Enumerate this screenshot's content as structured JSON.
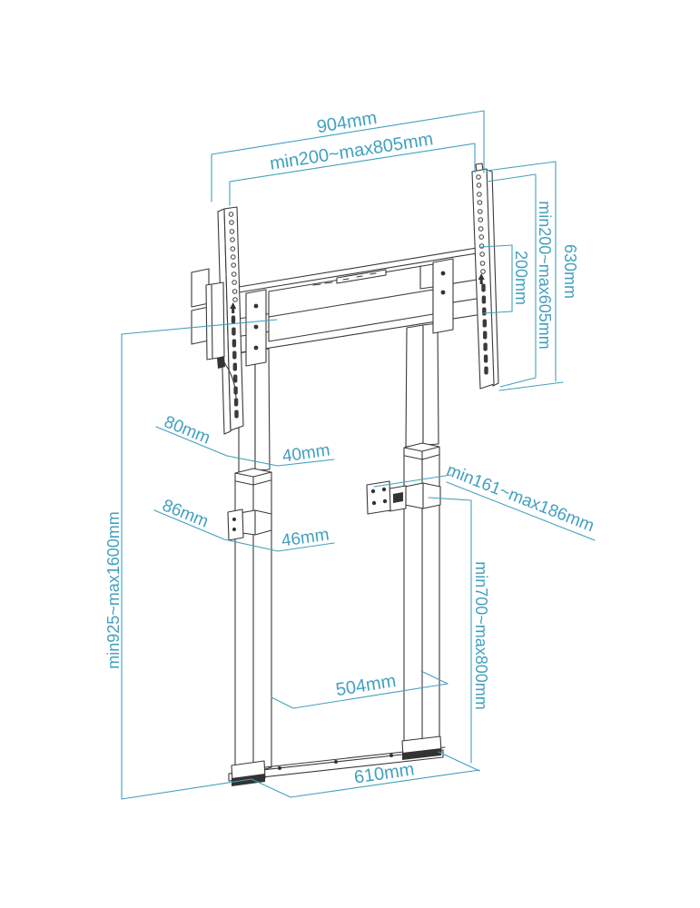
{
  "figure": {
    "kind": "technical-dimension-drawing",
    "subject": "tv-floor-stand"
  },
  "colors": {
    "accent": "#42A0BF",
    "line": "#3A3A3A",
    "background": "#FFFFFF"
  },
  "dims": {
    "d904": "904mm",
    "d805": "min200~max805mm",
    "d630": "630mm",
    "d605": "min200~max605mm",
    "d200": "200mm",
    "d80": "80mm",
    "d40": "40mm",
    "d86": "86mm",
    "d46": "46mm",
    "d161_186": "min161~max186mm",
    "d925_1600": "min925~max1600mm",
    "d700_800": "min700~max800mm",
    "d504": "504mm",
    "d610": "610mm"
  }
}
